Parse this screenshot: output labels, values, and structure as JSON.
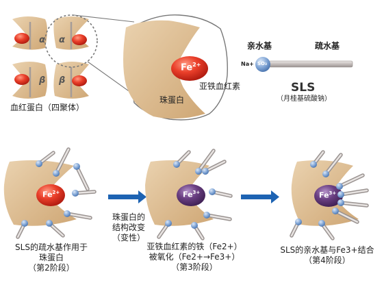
{
  "colors": {
    "protein": "#d9b88c",
    "protein_dark": "#c49a69",
    "heme": "#e8402c",
    "heme_oxidized": "#6a3f82",
    "stick": "#b0a9a7",
    "sulfonate_head": "#6c93c7",
    "arrow": "#1d63b3"
  },
  "icons": [
    "alpha-subunit-icon",
    "beta-subunit-icon",
    "heme-disc-icon",
    "sls-molecule-icon",
    "arrow-right-icon"
  ],
  "tetramer": {
    "subunit_labels": [
      "α",
      "α",
      "β",
      "β"
    ],
    "caption": "血红蛋白（四聚体）"
  },
  "zoom": {
    "heme_label": "Fe",
    "heme_charge": "2+",
    "heme_name": "亚铁血红素",
    "protein_name": "珠蛋白"
  },
  "sls": {
    "hydrophilic_label": "亲水基",
    "hydrophobic_label": "疏水基",
    "counter_ion": "Na+",
    "head_label": "SO₃",
    "name": "SLS",
    "full_name": "（月桂基硫酸钠）"
  },
  "stages": [
    {
      "heme_label": "Fe",
      "heme_charge": "2+",
      "caption_lines": [
        "SLS的疏水基作用于",
        "珠蛋白",
        "（第2阶段）"
      ]
    },
    {
      "heme_label": "Fe",
      "heme_charge": "3+",
      "caption_lines": [
        "亚铁血红素的铁（Fe2+）",
        "被氧化（Fe2+→Fe3+）",
        "（第3阶段）"
      ]
    },
    {
      "heme_label": "Fe",
      "heme_charge": "3+",
      "caption_lines": [
        "SLS的亲水基与Fe3+结合",
        "（第4阶段）"
      ]
    }
  ],
  "transition": {
    "lines": [
      "珠蛋白的",
      "结构改变",
      "（变性）"
    ]
  }
}
